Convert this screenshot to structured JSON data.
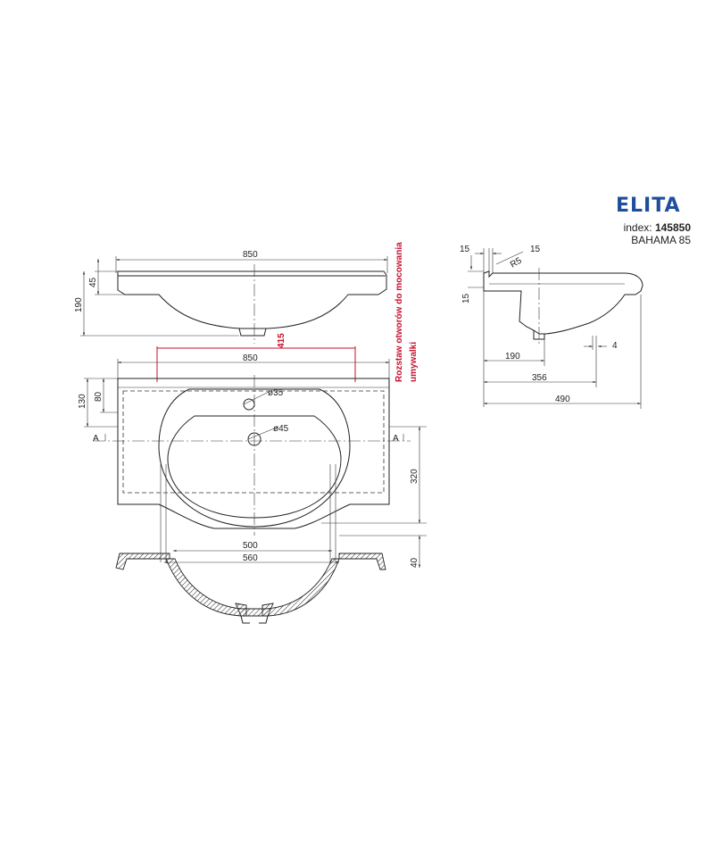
{
  "brand": {
    "name": "ELITA",
    "color": "#1f4f9c"
  },
  "product": {
    "index_label": "index:",
    "index_value": "145850",
    "model": "BAHAMA 85"
  },
  "note": {
    "line1": "Rozstaw otworów do mocowania",
    "line2": "umywalki"
  },
  "front_view": {
    "width": "850",
    "depth_top": "45",
    "height": "190"
  },
  "plan_view": {
    "mount_spacing": "415",
    "width": "850",
    "depth_a": "80",
    "depth_b": "130",
    "tap_hole": "ø35",
    "drain_hole": "ø45",
    "section_left": "A",
    "section_right": "A",
    "bowl_depth": "320",
    "bowl_front": "40"
  },
  "section_view": {
    "inner_width": "500",
    "outer_width": "560"
  },
  "side_view": {
    "lip_left": "15",
    "lip_right": "15",
    "radius": "R5",
    "thickness": "15",
    "bowl_offset": "190",
    "wall": "4",
    "bowl_width": "356",
    "total_depth": "490"
  },
  "colors": {
    "line": "#222222",
    "accent": "#c8102e"
  }
}
